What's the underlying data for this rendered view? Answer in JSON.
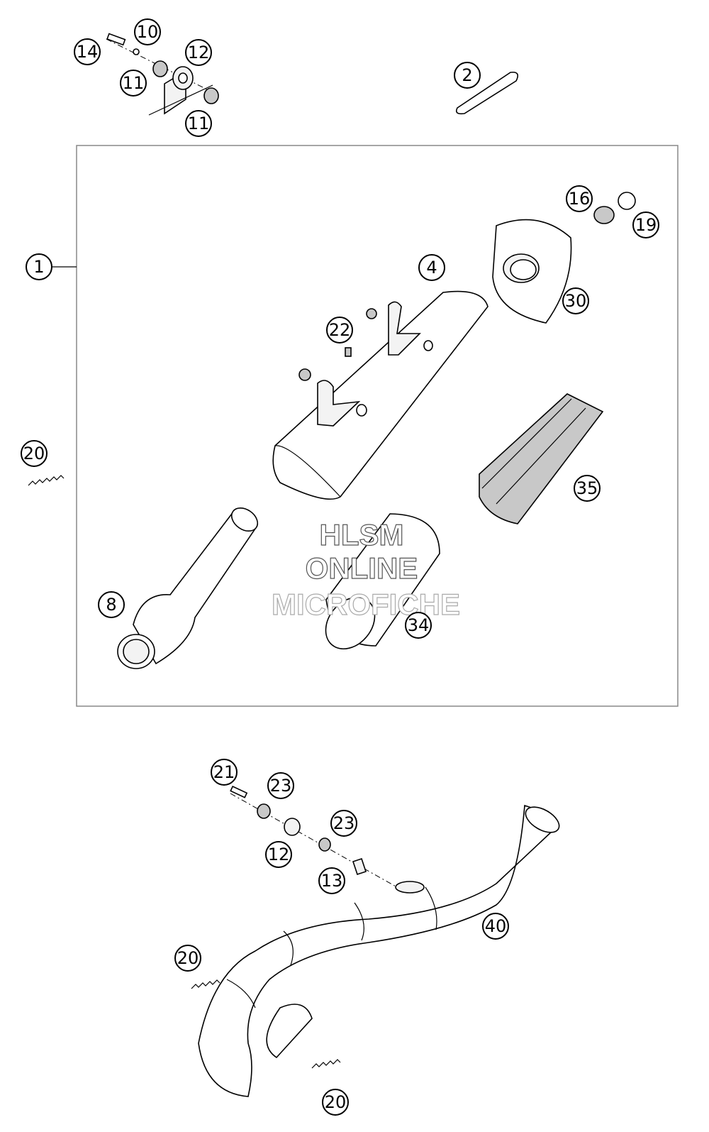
{
  "callouts": {
    "c14": "14",
    "c10": "10",
    "c12_top": "12",
    "c11_a": "11",
    "c11_b": "11",
    "c2": "2",
    "c1": "1",
    "c16": "16",
    "c19": "19",
    "c4": "4",
    "c30": "30",
    "c22": "22",
    "c20_left": "20",
    "c35": "35",
    "c8": "8",
    "c34": "34",
    "c21": "21",
    "c23_a": "23",
    "c23_b": "23",
    "c12_bottom": "12",
    "c13": "13",
    "c40": "40",
    "c20_mid": "20",
    "c20_bottom": "20"
  },
  "watermark": {
    "line1": "HLSM",
    "line2": "ONLINE",
    "line3": "MICROFICHE"
  },
  "icons": {
    "callout": "numbered-circle-callout",
    "spring": "tension-spring-icon",
    "washer": "washer-icon",
    "bolt": "bolt-icon"
  }
}
